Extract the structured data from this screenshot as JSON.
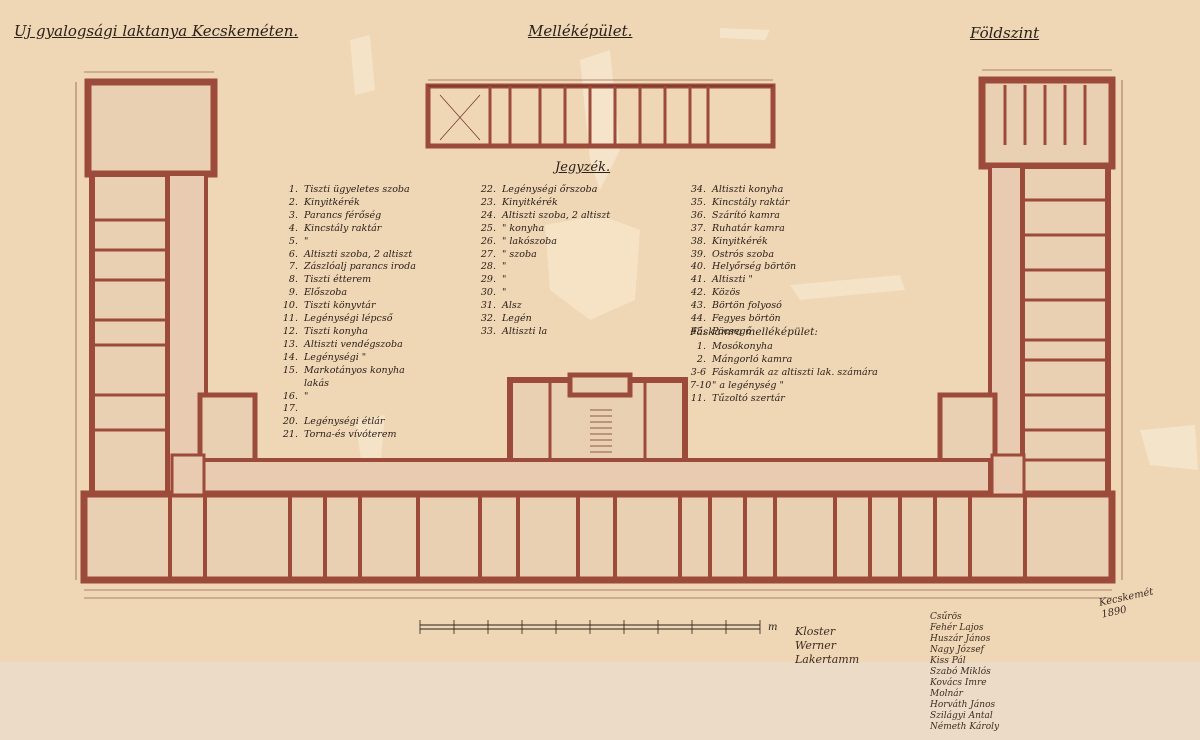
{
  "titles": {
    "main": "Uj gyalogsági laktanya Kecskeméten.",
    "annex": "Melléképület.",
    "ground_floor": "Földszint"
  },
  "legend": {
    "title": "Jegyzék.",
    "col1": [
      {
        "n": "1.",
        "t": "Tiszti ügyeletes szoba"
      },
      {
        "n": "2.",
        "t": "Kinyitkérék"
      },
      {
        "n": "3.",
        "t": "Parancs férőség"
      },
      {
        "n": "4.",
        "t": "Kincstály raktár"
      },
      {
        "n": "5.",
        "t": "\""
      },
      {
        "n": "6.",
        "t": "Altiszti szoba, 2 altiszt"
      },
      {
        "n": "7.",
        "t": "Zászlóalj parancs iroda"
      },
      {
        "n": "8.",
        "t": "Tiszti étterem"
      },
      {
        "n": "9.",
        "t": "Előszoba"
      },
      {
        "n": "10.",
        "t": "Tiszti könyvtár"
      },
      {
        "n": "11.",
        "t": "Legénységi lépcső"
      },
      {
        "n": "12.",
        "t": "Tiszti konyha"
      },
      {
        "n": "13.",
        "t": "Altiszti vendégszoba"
      },
      {
        "n": "14.",
        "t": "Legénységi \""
      },
      {
        "n": "15.",
        "t": "Markotányos konyha"
      },
      {
        "n": "",
        "t": "lakás"
      },
      {
        "n": "16.",
        "t": "\""
      },
      {
        "n": "17.",
        "t": ""
      },
      {
        "n": "20.",
        "t": "Legénységi étlár"
      },
      {
        "n": "21.",
        "t": "Torna-és vívóterem"
      }
    ],
    "col2": [
      {
        "n": "22.",
        "t": "Legénységi őrszoba"
      },
      {
        "n": "23.",
        "t": "Kinyitkérék"
      },
      {
        "n": "24.",
        "t": "Altiszti szoba, 2 altiszt"
      },
      {
        "n": "25.",
        "t": "\"  konyha"
      },
      {
        "n": "26.",
        "t": "\"  lakószoba"
      },
      {
        "n": "27.",
        "t": "\"  szoba"
      },
      {
        "n": "28.",
        "t": "\""
      },
      {
        "n": "29.",
        "t": "\""
      },
      {
        "n": "30.",
        "t": "\""
      },
      {
        "n": "31.",
        "t": "Alsz"
      },
      {
        "n": "32.",
        "t": "Legén"
      },
      {
        "n": "33.",
        "t": "Altiszti la"
      }
    ],
    "col3": [
      {
        "n": "34.",
        "t": "Altiszti konyha"
      },
      {
        "n": "35.",
        "t": "Kincstály raktár"
      },
      {
        "n": "36.",
        "t": "Szárító kamra"
      },
      {
        "n": "37.",
        "t": "Ruhatár kamra"
      },
      {
        "n": "38.",
        "t": "Kinyitkérék"
      },
      {
        "n": "39.",
        "t": "Ostrós szoba"
      },
      {
        "n": "40.",
        "t": "Helyőrség börtön"
      },
      {
        "n": "41.",
        "t": "Altiszti  \""
      },
      {
        "n": "42.",
        "t": "Közös"
      },
      {
        "n": "43.",
        "t": "Börtön folyosó"
      },
      {
        "n": "44.",
        "t": "Fegyes börtön"
      },
      {
        "n": "45.",
        "t": "Pöcsegő"
      }
    ],
    "annex_title": "Fáskamra melléképület:",
    "annex_items": [
      {
        "n": "1.",
        "t": "Mosókonyha"
      },
      {
        "n": "2.",
        "t": "Mángorló kamra"
      },
      {
        "n": "3-6",
        "t": "Fáskamrák az altiszti lak. számára"
      },
      {
        "n": "7-10",
        "t": "\"  a legénység  \""
      },
      {
        "n": "11.",
        "t": "Tűzoltó szertár"
      }
    ]
  },
  "scale": {
    "label": "m"
  },
  "signatures": {
    "center": [
      "Kloster",
      "Werner",
      "Lakertamm"
    ],
    "right_list": [
      "Csűrös",
      "Fehér Lajos",
      "Huszár János",
      "Nagy József",
      "Kiss Pál",
      "Szabó Miklós",
      "Kovács Imre",
      "Molnár",
      "Horváth János",
      "Szilágyi Antal",
      "Németh Károly"
    ],
    "stamp": [
      "Kecskemét",
      "1890"
    ]
  },
  "colors": {
    "paper": "#f1dcc0",
    "wall": "#9c4a3a",
    "wall_dark": "#6e2f25",
    "ink": "#2a2018",
    "corridor": "#e8cbb0"
  }
}
